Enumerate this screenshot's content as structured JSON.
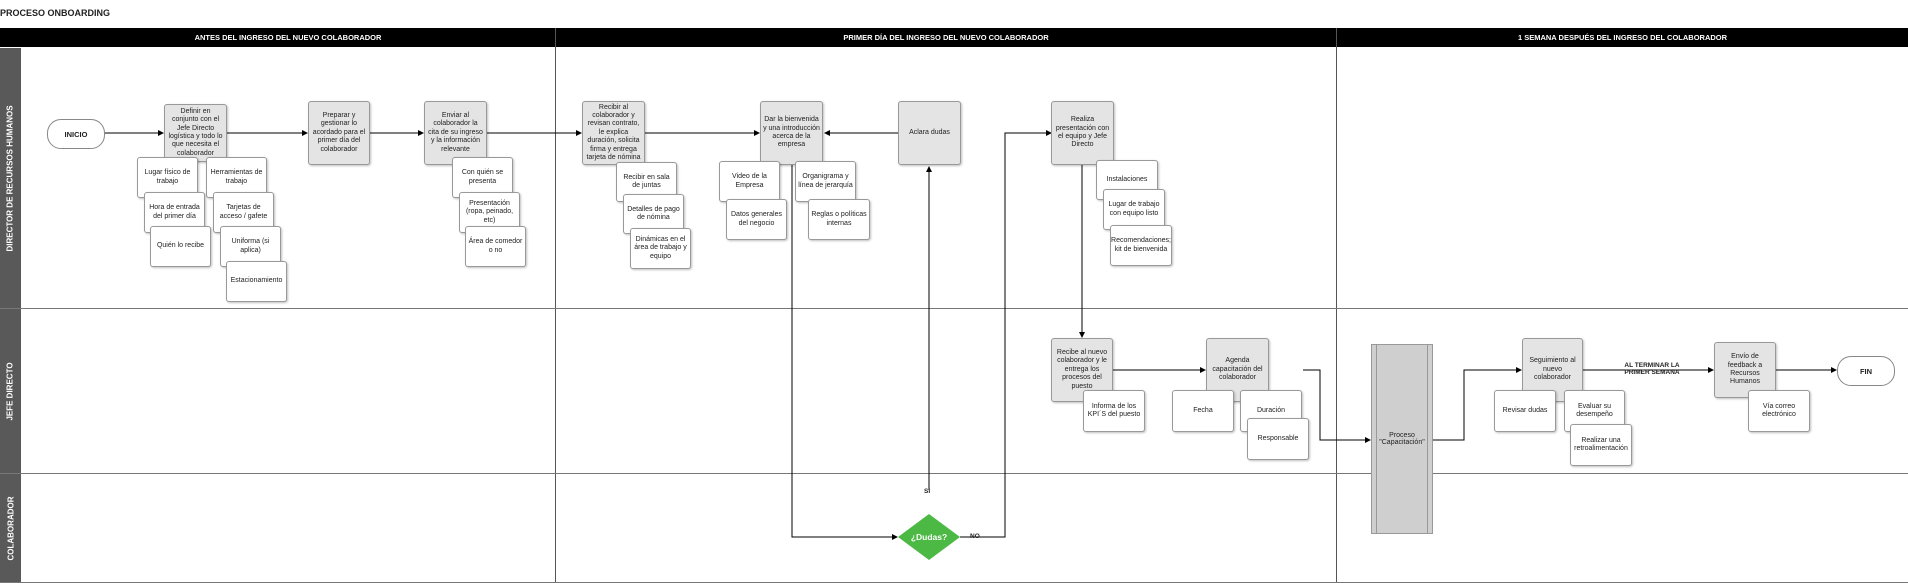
{
  "title": "PROCESO ONBOARDING",
  "phases": [
    "ANTES DEL INGRESO DEL NUEVO COLABORADOR",
    "PRIMER DÍA DEL INGRESO DEL NUEVO COLABORADOR",
    "1 SEMANA DESPUÉS DEL INGRESO DEL COLABORADOR"
  ],
  "lanes": [
    "DIRECTOR DE RECURSOS HUMANOS",
    "JEFE DIRECTO",
    "COLABORADOR"
  ],
  "terminals": {
    "start": "INICIO",
    "end": "FIN"
  },
  "steps": {
    "definir": "Definir en conjunto con el Jefe Directo logística y todo lo que necesita el colaborador",
    "preparar": "Preparar y gestionar lo acordado para el primer día del colaborador",
    "enviar": "Enviar al colaborador la cita de su ingreso y la información relevante",
    "recibir": "Recibir al colaborador y revisan contrato, le explica duración, solicita firma y entrega tarjeta de nómina",
    "bienvenida": "Dar la bienvenida y una introducción acerca de la empresa",
    "aclara": "Aclara dudas",
    "presentacion": "Realiza presentación con el equipo y Jefe Directo",
    "recibe_jefe": "Recibe al nuevo colaborador y le entrega los procesos del puesto",
    "agenda": "Agenda capacitación del colaborador",
    "proceso": "Proceso \"Capacitación\"",
    "seguimiento": "Seguimiento al nuevo colaborador",
    "feedback": "Envío de feedback a Recursos Humanos"
  },
  "notes": {
    "lugar_fisico": "Lugar físico de trabajo",
    "herramientas": "Herramientas de trabajo",
    "hora_entrada": "Hora de entrada del primer día",
    "tarjetas": "Tarjetas de acceso / gafete",
    "quien_recibe": "Quién lo recibe",
    "uniforma": "Uniforma (si aplica)",
    "estacionamiento": "Estacionamiento",
    "con_quien": "Con quién se presenta",
    "presentacion_ropa": "Presentación (ropa, peinado, etc)",
    "area_comedor": "Área de comedor o no",
    "sala_juntas": "Recibir en sala de juntas",
    "detalles_pago": "Detalles de pago de nómina",
    "dinamicas": "Dinámicas en el área de trabajo y equipo",
    "video": "Video de la Empresa",
    "datos_generales": "Datos generales del negocio",
    "organigrama": "Organigrama y línea de jerarquía",
    "reglas": "Reglas o políticas internas",
    "instalaciones": "Instalaciones",
    "lugar_equipo": "Lugar de trabajo con equipo  listo",
    "recomendaciones": "Recomendaciones; kit de bienvenida",
    "informa_kpis": "Informa de los KPI´S del puesto",
    "fecha": "Fecha",
    "duracion": "Duración",
    "responsable": "Responsable",
    "revisar_dudas": "Revisar dudas",
    "evaluar": "Evaluar su desempeño",
    "retroalimentacion": "Realizar una retroalimentación",
    "via_correo": "Vía correo electrónico"
  },
  "decision": {
    "question": "¿Dudas?",
    "yes": "SI",
    "no": "NO"
  },
  "edge_labels": {
    "al_terminar": "AL TERMINAR LA PRIMER SEMANA"
  },
  "colors": {
    "header": "#000000",
    "lane_label": "#595959",
    "decision": "#4cb944",
    "step_fill": "#e4e4e4"
  }
}
